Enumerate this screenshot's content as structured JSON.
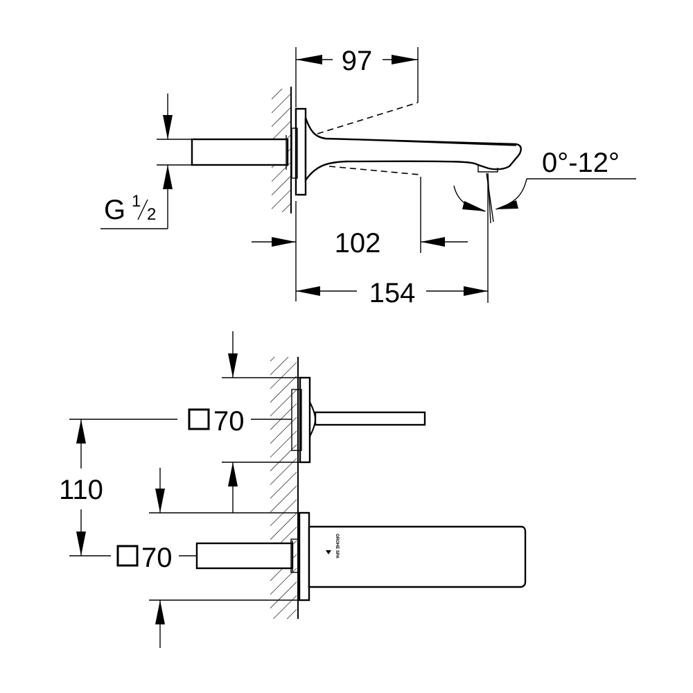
{
  "top_view": {
    "dim_outlet_length": "97",
    "dim_spout_reach": "102",
    "dim_total_length": "154",
    "dim_angle": "0°-12°",
    "thread_prefix": "G",
    "thread_num": "1",
    "thread_den": "2"
  },
  "front_view": {
    "dim_spacing": "110",
    "dim_rosette_upper": "70",
    "dim_rosette_lower": "70",
    "brand_mark": "GROHE SPA"
  }
}
